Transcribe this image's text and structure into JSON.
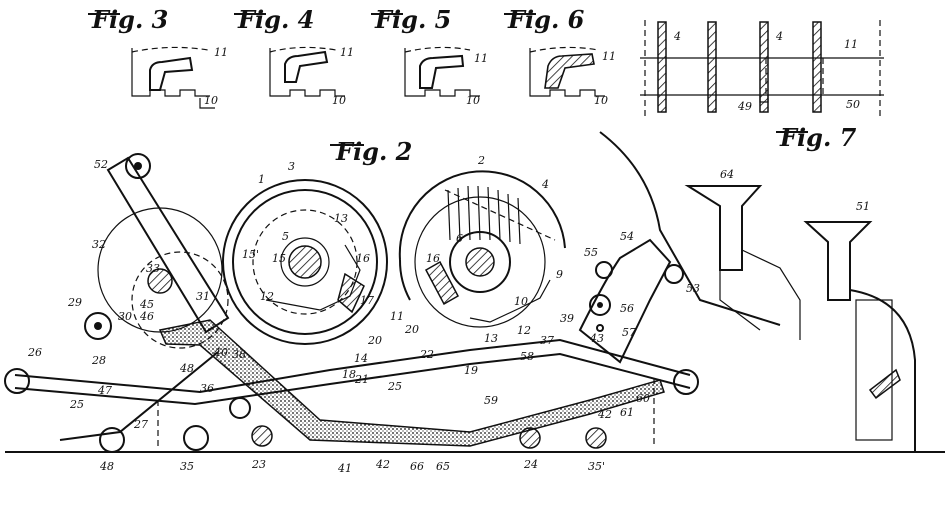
{
  "figures": {
    "fig2": "Fig. 2",
    "fig3": "Fig. 3",
    "fig4": "Fig. 4",
    "fig5": "Fig. 5",
    "fig6": "Fig. 6",
    "fig7": "Fig. 7"
  },
  "small_figs": {
    "fig3": [
      "11",
      "10"
    ],
    "fig4": [
      "11",
      "10"
    ],
    "fig5": [
      "11",
      "10"
    ],
    "fig6": [
      "11",
      "10"
    ]
  },
  "fig7_labels": [
    "4",
    "4",
    "11",
    "49",
    "50"
  ],
  "labels": [
    "1",
    "2",
    "3",
    "4",
    "5",
    "6",
    "9",
    "10",
    "11",
    "12",
    "12",
    "13",
    "13",
    "14",
    "15",
    "15'",
    "16",
    "16",
    "17",
    "18",
    "19",
    "20",
    "20",
    "21",
    "22",
    "23",
    "24",
    "25",
    "25",
    "26",
    "27",
    "28",
    "29",
    "30",
    "31",
    "32",
    "33",
    "35",
    "35'",
    "36",
    "37",
    "38",
    "39",
    "40",
    "41",
    "42",
    "42",
    "43",
    "45",
    "46",
    "47",
    "48",
    "48",
    "51",
    "52",
    "53",
    "54",
    "55",
    "56",
    "57",
    "58",
    "59",
    "60",
    "61",
    "64",
    "65",
    "66"
  ]
}
